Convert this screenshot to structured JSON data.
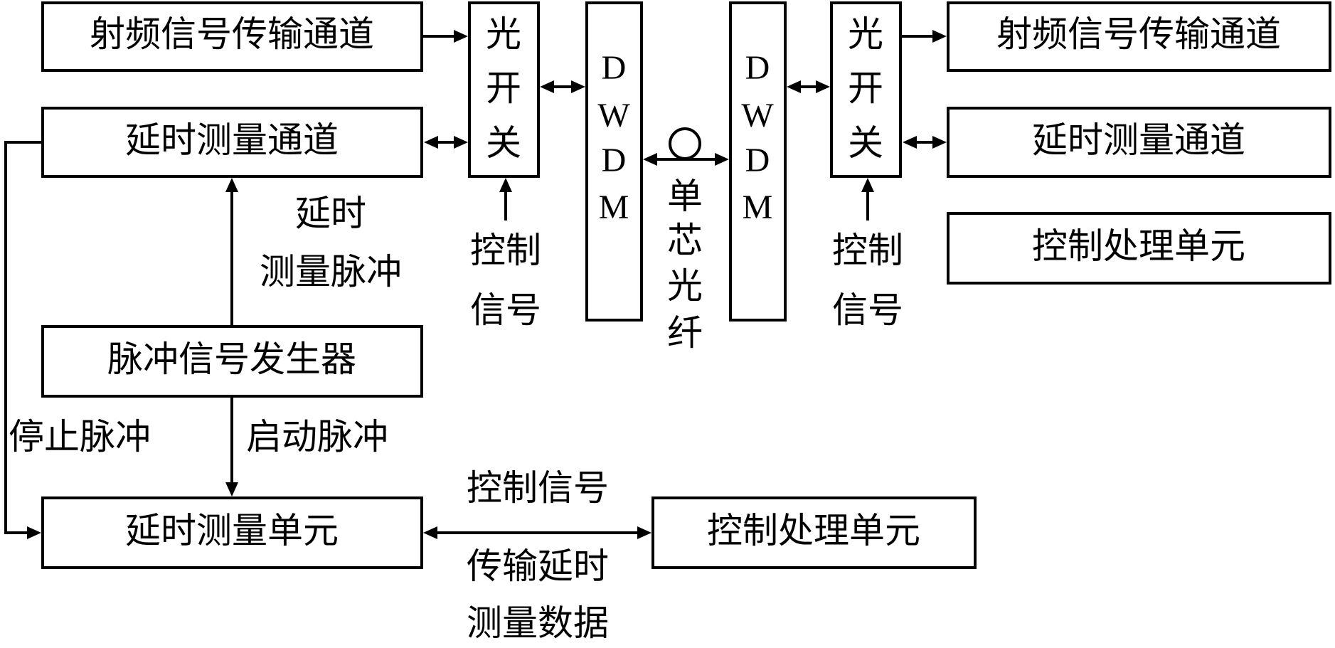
{
  "left_terminal": {
    "rf_channel": "射频信号传输通道",
    "delay_channel": "延时测量通道",
    "pulse_generator": "脉冲信号发生器",
    "delay_unit": "延时测量单元",
    "optical_switch": [
      "光",
      "开",
      "关"
    ],
    "switch_control": [
      "控制",
      "信号"
    ],
    "delay_pulse": [
      "延时",
      "测量脉冲"
    ],
    "stop_pulse": "停止脉冲",
    "start_pulse": "启动脉冲"
  },
  "right_terminal": {
    "rf_channel": "射频信号传输通道",
    "delay_channel": "延时测量通道",
    "control_unit": "控制处理单元",
    "optical_switch": [
      "光",
      "开",
      "关"
    ],
    "switch_control": [
      "控制",
      "信号"
    ]
  },
  "link": {
    "dwdm_left": [
      "D",
      "W",
      "D",
      "M"
    ],
    "dwdm_right": [
      "D",
      "W",
      "D",
      "M"
    ],
    "fiber": [
      "单",
      "芯",
      "光",
      "纤"
    ]
  },
  "bottom": {
    "control_unit": "控制处理单元",
    "control_signal": "控制信号",
    "delay_data": [
      "传输延时",
      "测量数据"
    ]
  }
}
